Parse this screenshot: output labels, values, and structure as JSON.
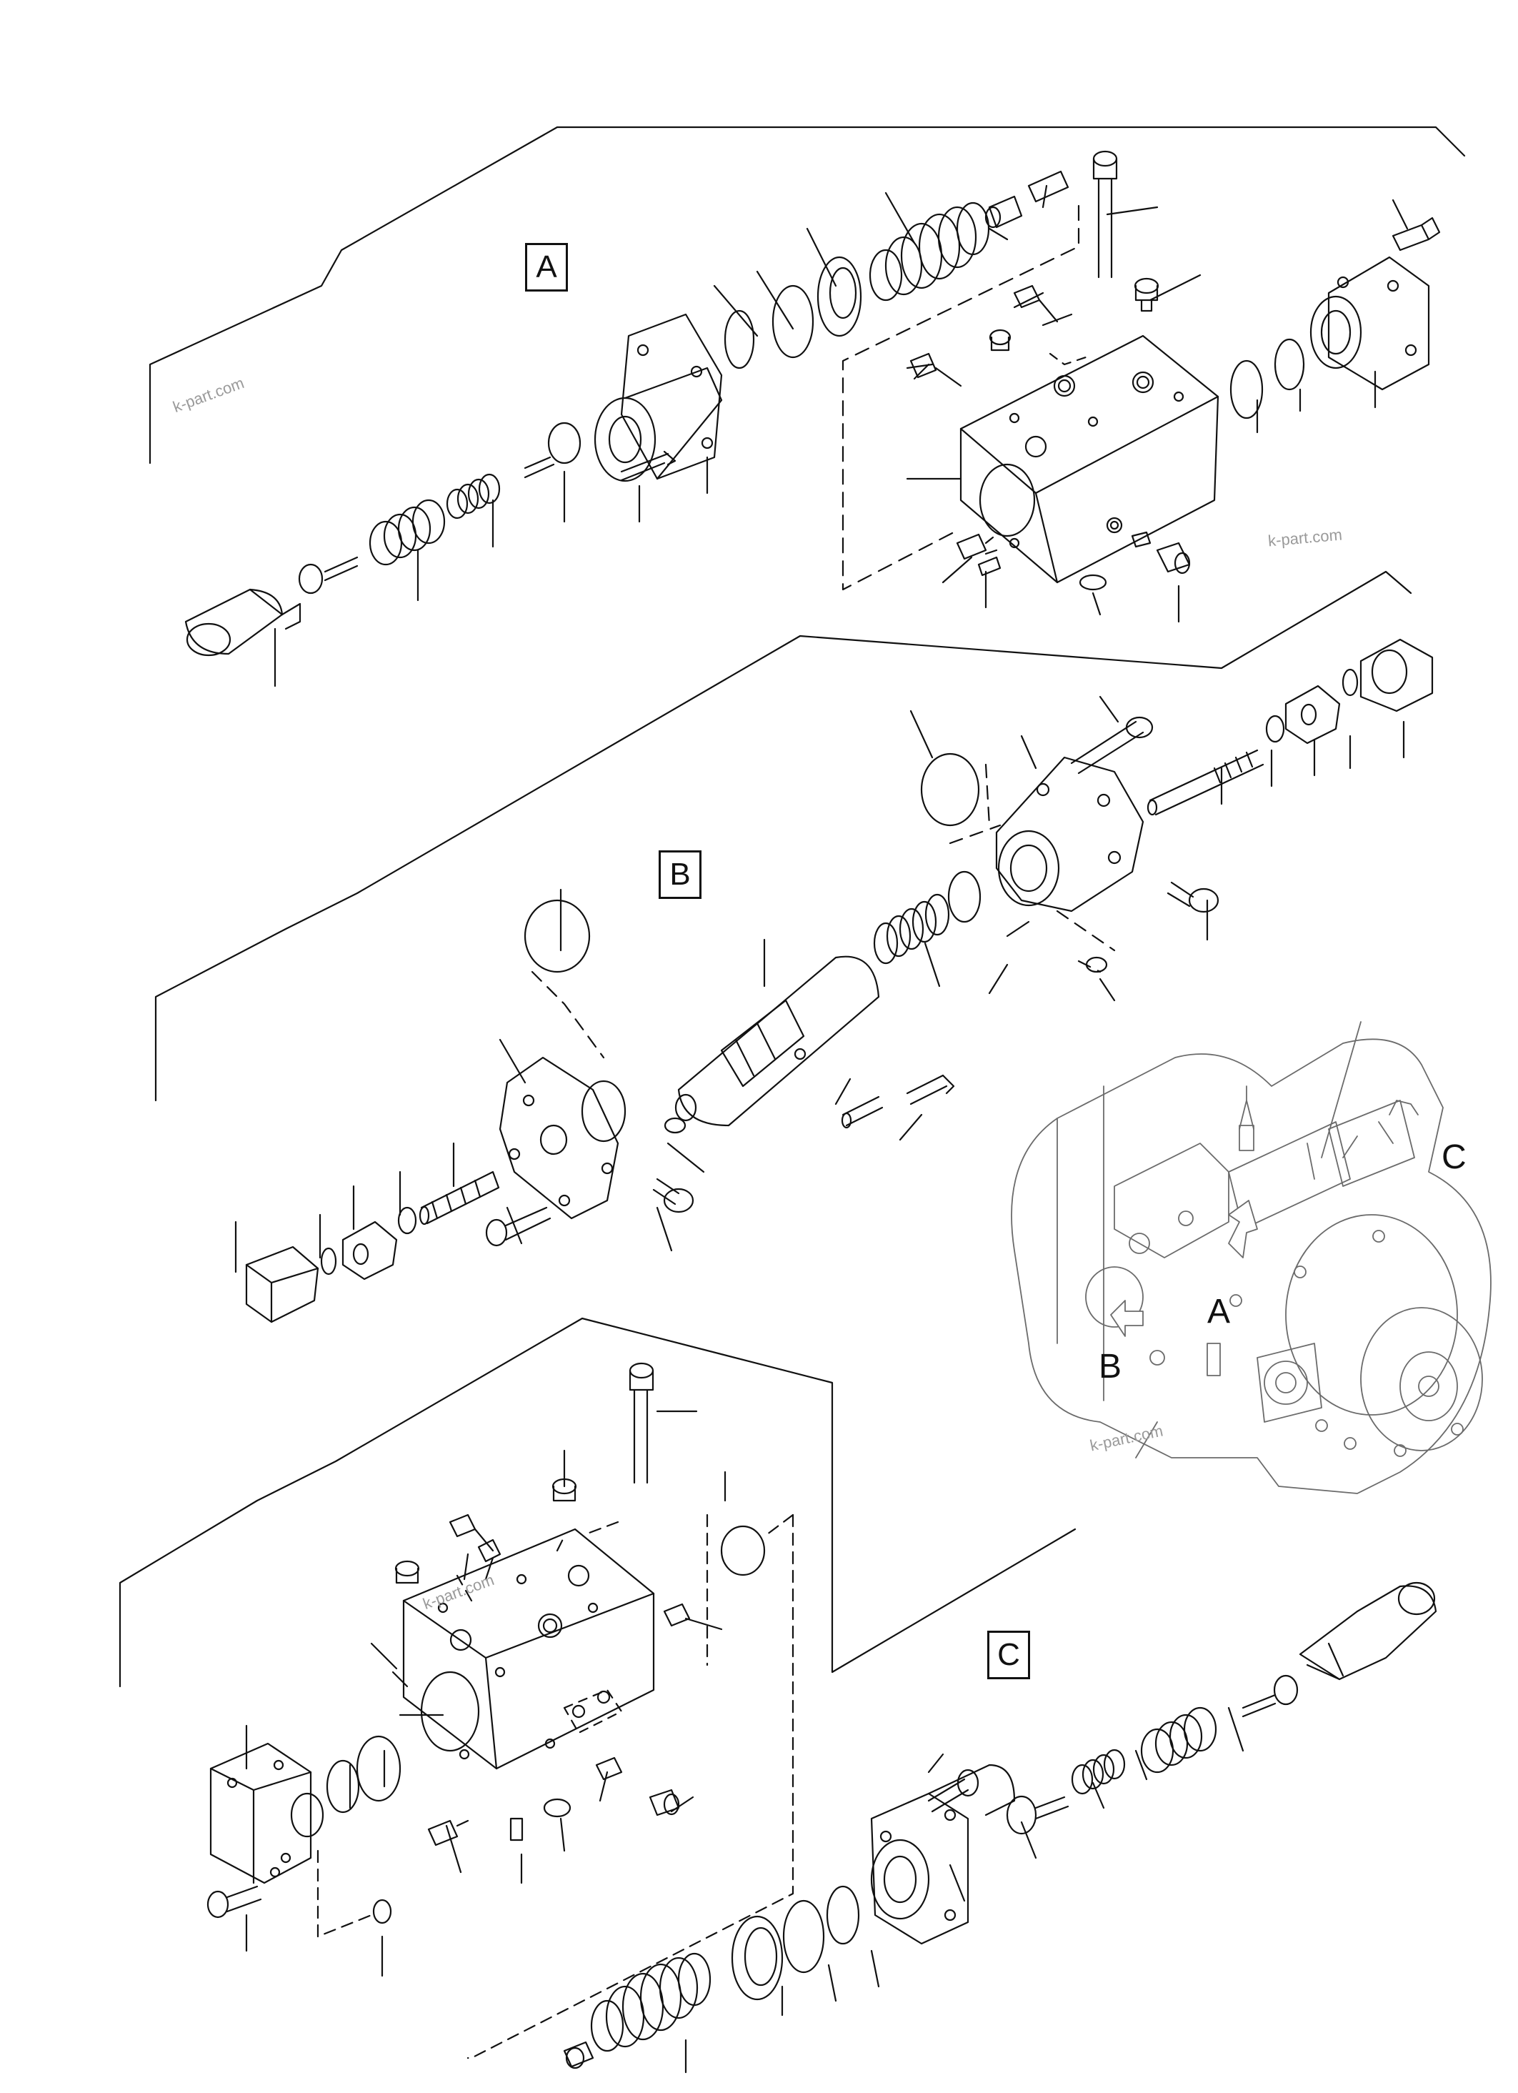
{
  "sections": {
    "a": {
      "label": "A"
    },
    "b": {
      "label": "B"
    },
    "c": {
      "label": "C"
    }
  },
  "overview": {
    "marker_a": "A",
    "marker_b": "B",
    "marker_c": "C"
  },
  "watermark": {
    "text": "k-part.com"
  },
  "colors": {
    "ink": "#111111",
    "paper": "#ffffff",
    "overview_ink": "#6b6b6b",
    "watermark": "#9a9a9a"
  }
}
